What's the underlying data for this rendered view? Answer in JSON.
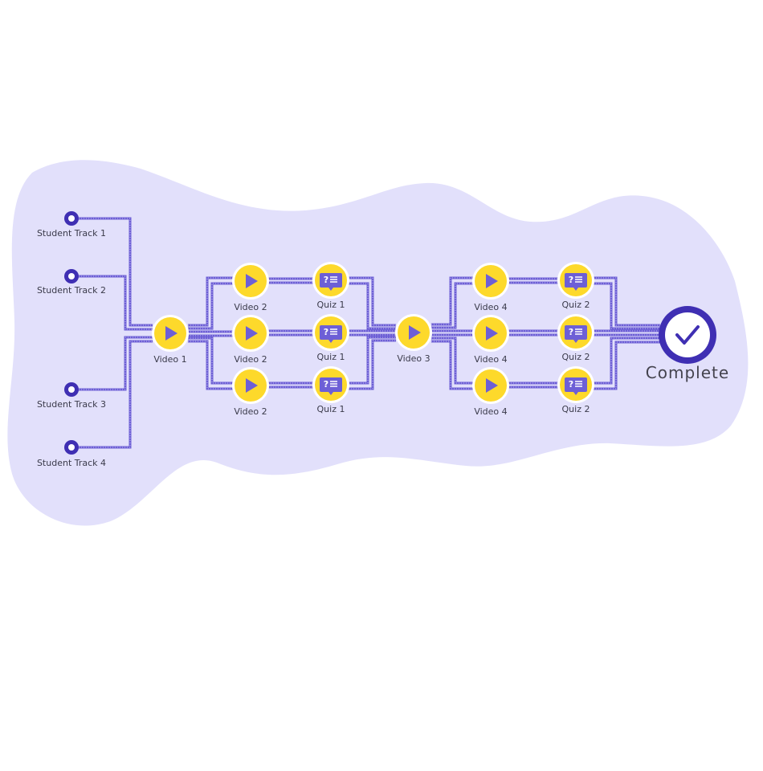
{
  "colors": {
    "blob": "#e2e0fb",
    "wire": "#6d5fd6",
    "node_fill": "#fdd92b",
    "node_ring": "#ffffff",
    "glyph": "#6d5fd6",
    "track_dot": "#3f2fb3",
    "complete_ring": "#3f2fb3",
    "text": "#3a3a4a"
  },
  "tracks": [
    {
      "label": "Student Track 1"
    },
    {
      "label": "Student Track 2"
    },
    {
      "label": "Student Track 3"
    },
    {
      "label": "Student Track 4"
    }
  ],
  "nodes": {
    "video1": {
      "label": "Video 1",
      "icon": "play-icon"
    },
    "stage1": [
      {
        "video": "Video 2",
        "quiz": "Quiz 1"
      },
      {
        "video": "Video 2",
        "quiz": "Quiz 1"
      },
      {
        "video": "Video 2",
        "quiz": "Quiz 1"
      }
    ],
    "video3": {
      "label": "Video 3",
      "icon": "play-icon"
    },
    "stage2": [
      {
        "video": "Video 4",
        "quiz": "Quiz 2"
      },
      {
        "video": "Video 4",
        "quiz": "Quiz 2"
      },
      {
        "video": "Video 4",
        "quiz": "Quiz 2"
      }
    ],
    "complete": {
      "label": "Complete",
      "icon": "checkmark-icon"
    }
  },
  "quiz_icon": "quiz-chat-icon"
}
